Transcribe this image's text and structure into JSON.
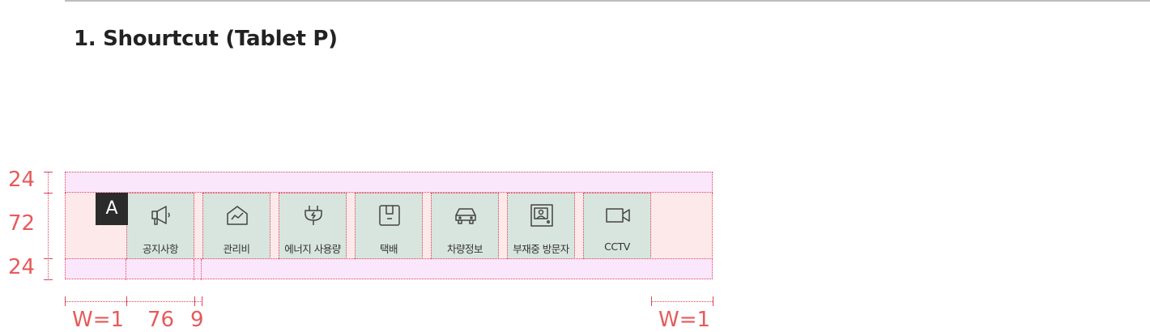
{
  "section": {
    "title": "1. Shourtcut (Tablet P)"
  },
  "badge": {
    "label": "A"
  },
  "tiles": [
    {
      "label": "공지사항",
      "icon": "megaphone-icon"
    },
    {
      "label": "관리비",
      "icon": "house-chart-icon"
    },
    {
      "label": "에너지 사용량",
      "icon": "plug-icon"
    },
    {
      "label": "택배",
      "icon": "parcel-box-icon"
    },
    {
      "label": "차량정보",
      "icon": "car-icon"
    },
    {
      "label": "부재중 방문자",
      "icon": "intercom-icon"
    },
    {
      "label": "CCTV",
      "icon": "video-camera-icon"
    }
  ],
  "dimensions": {
    "vertical": {
      "top_band": "24",
      "middle_band": "72",
      "bottom_band": "24"
    },
    "horizontal": {
      "left_margin": "W=1",
      "tile_width": "76",
      "gap": "9",
      "right_margin": "W=1"
    }
  },
  "colors": {
    "annotation": "#e85a5a",
    "tile_fill": "#d8e5de",
    "band_fill": "#fbe7fb",
    "area_fill": "#fde9ea",
    "badge_fill": "#2b2b2b"
  }
}
